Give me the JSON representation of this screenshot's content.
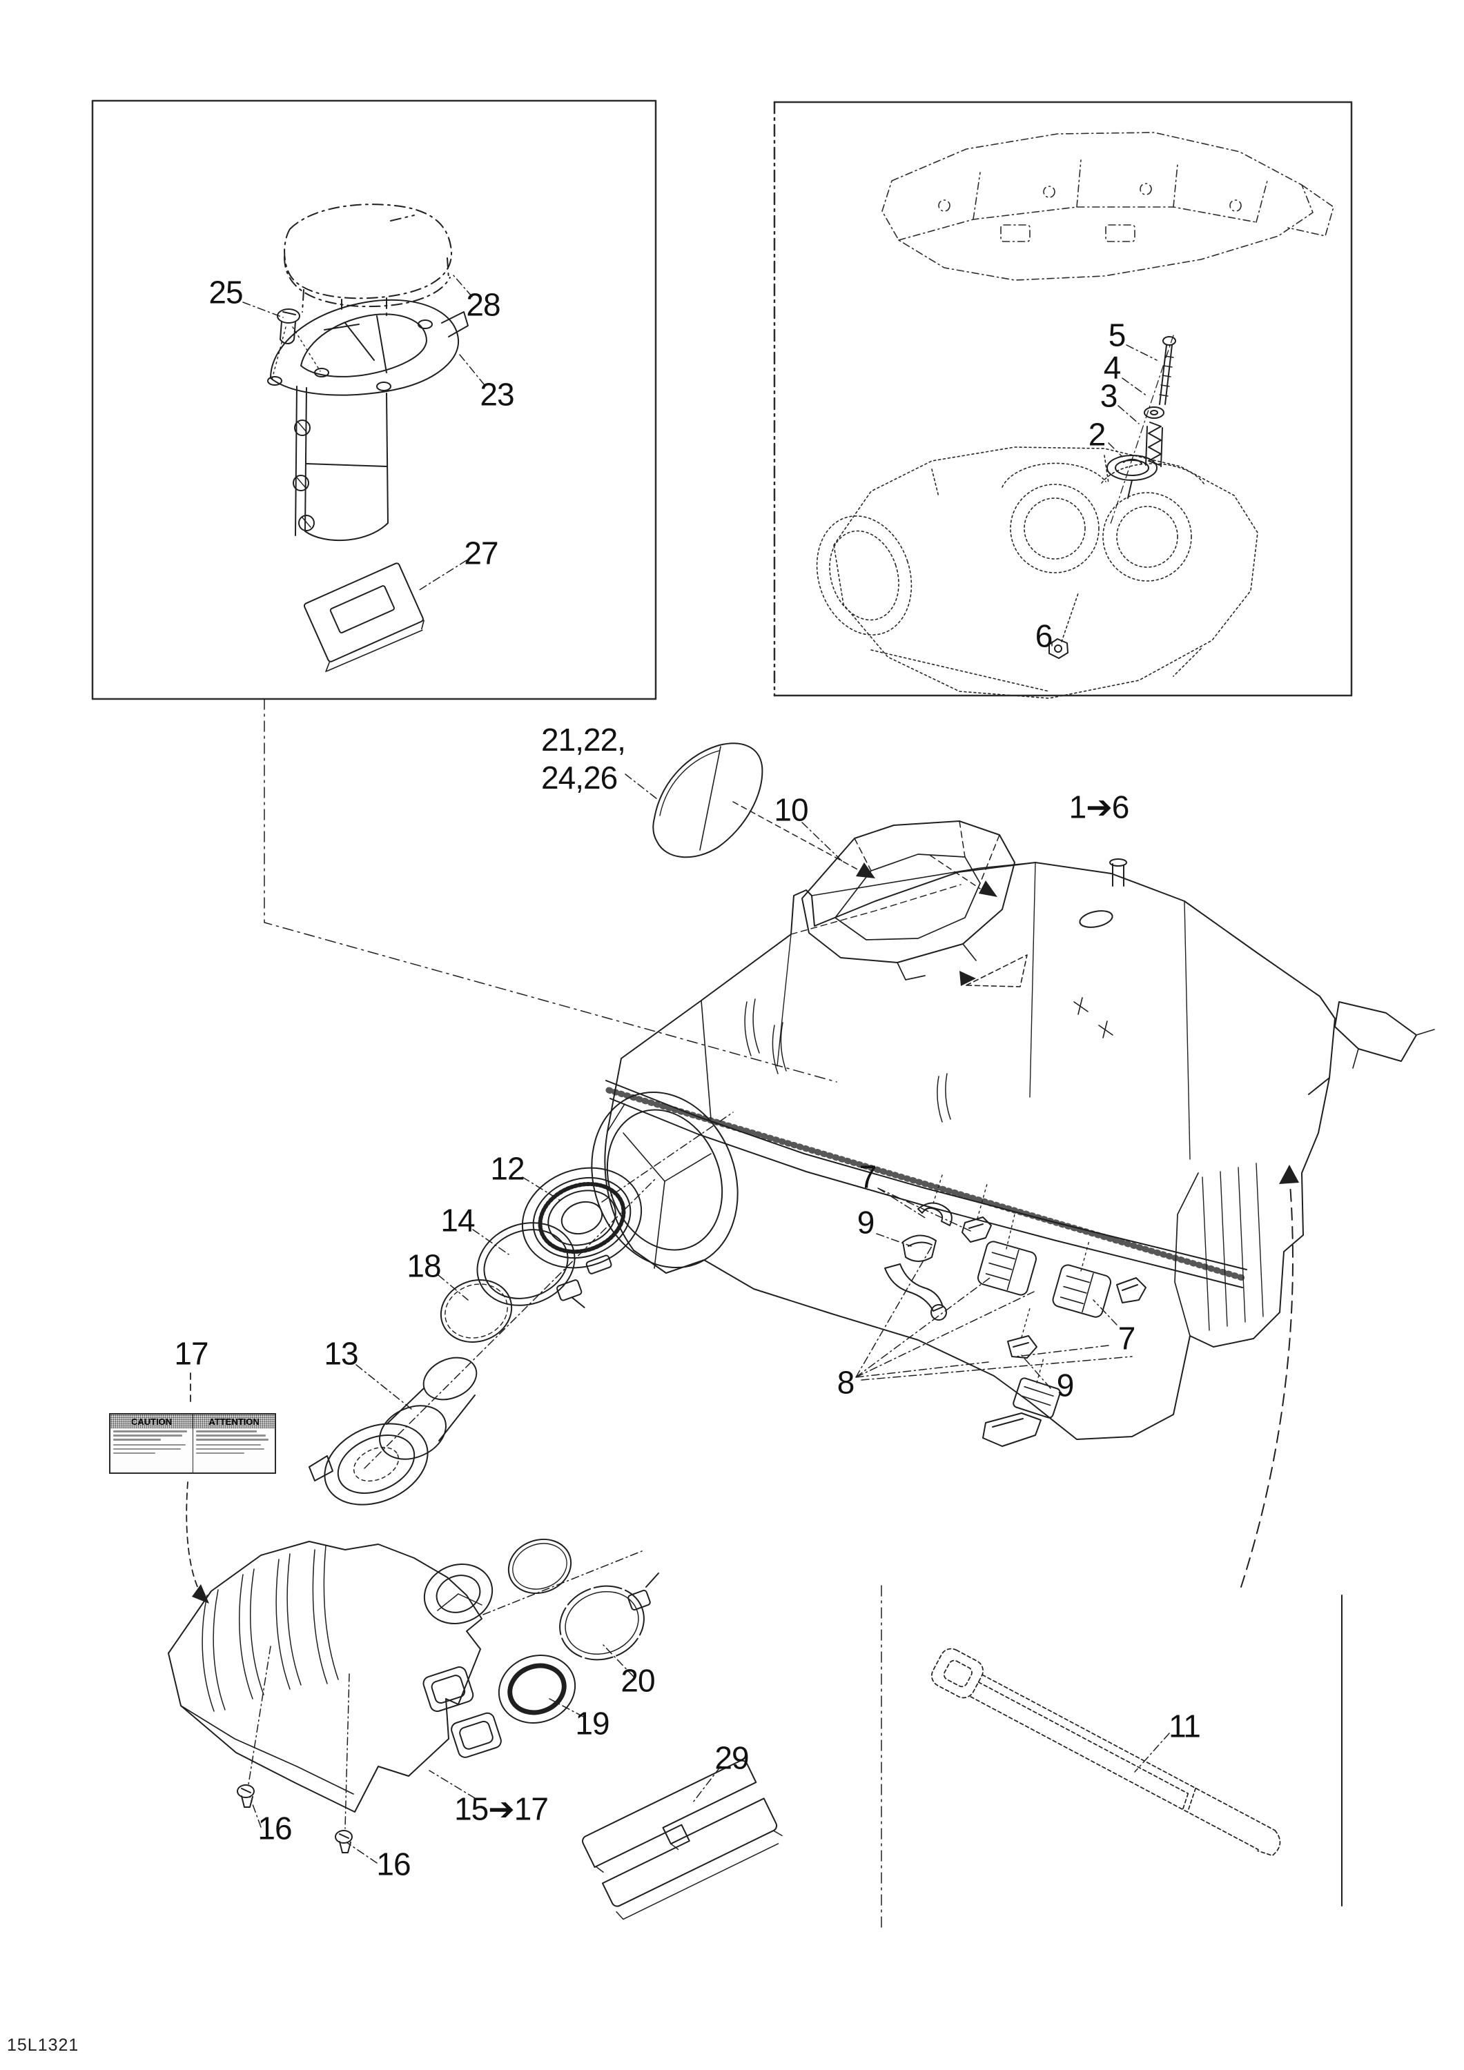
{
  "document": {
    "type": "exploded parts diagram",
    "part_code": "15L1321",
    "background_color": "#ffffff",
    "line_color": "#1f1f1f"
  },
  "callouts": {
    "n2": "2",
    "n3": "3",
    "n4": "4",
    "n5": "5",
    "n6": "6",
    "n7": "7",
    "n8": "8",
    "n9": "9",
    "n10": "10",
    "n11": "11",
    "n12": "12",
    "n13": "13",
    "n14": "14",
    "n16": "16",
    "n17": "17",
    "n18": "18",
    "n19": "19",
    "n20": "20",
    "n23": "23",
    "n25": "25",
    "n27": "27",
    "n28": "28",
    "n29": "29",
    "range_1_6": "1➔6",
    "range_15_17": "15➔17",
    "group_21_26": "21,22,\n24,26"
  },
  "warning_decal": {
    "left_header": "CAUTION",
    "right_header": "ATTENTION"
  }
}
